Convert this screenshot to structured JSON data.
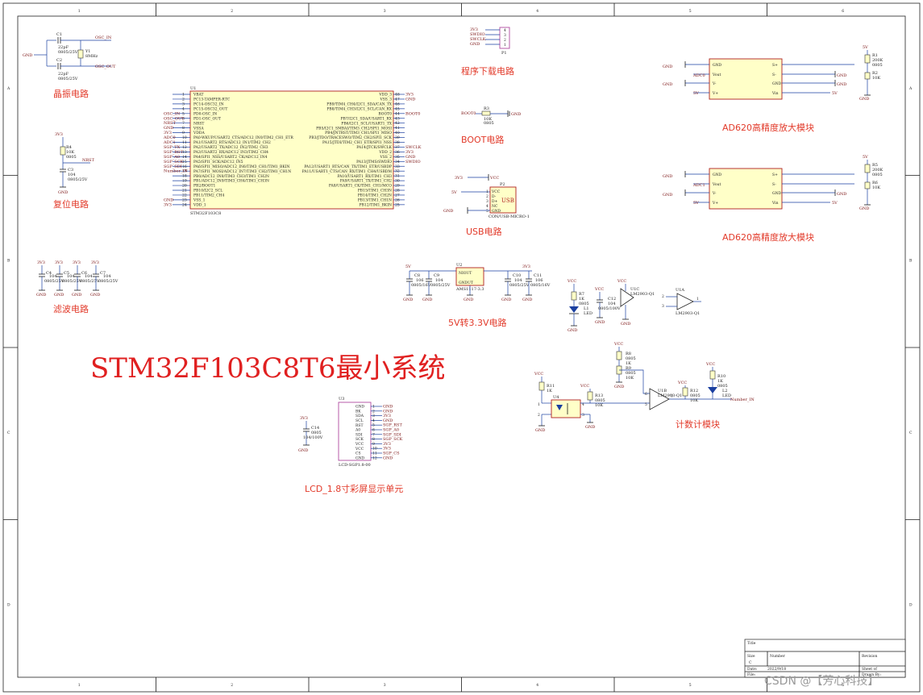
{
  "frame": {
    "cols": [
      "1",
      "2",
      "3",
      "4",
      "5",
      "6"
    ],
    "rows": [
      "A",
      "B",
      "C",
      "D"
    ]
  },
  "title": "STM32F103C8T6最小系统",
  "blocks": {
    "crystal": {
      "label": "晶振电路",
      "gnd": "GND",
      "c1": "C1",
      "c1_val": "22pF",
      "c1_pkg": "0805/25V",
      "c2": "C2",
      "c2_val": "22pF",
      "c2_pkg": "0805/25V",
      "y1": "Y1",
      "y1_val": "8MHz",
      "osc_in": "OSC_IN",
      "osc_out": "OSC_OUT"
    },
    "reset": {
      "label": "复位电路",
      "vcc": "3V3",
      "r": "R4",
      "r_val": "10K",
      "r_pkg": "0805",
      "nrst": "NRST",
      "c": "C3",
      "c_val": "104",
      "c_pkg": "0805/25V",
      "gnd": "GND"
    },
    "filter": {
      "label": "滤波电路",
      "caps": [
        {
          "vcc": "3V3",
          "name": "C4",
          "val": "104",
          "pkg": "0805/25V",
          "gnd": "GND"
        },
        {
          "vcc": "3V3",
          "name": "C5",
          "val": "104",
          "pkg": "0805/25V",
          "gnd": "GND"
        },
        {
          "vcc": "3V3",
          "name": "C6",
          "val": "104",
          "pkg": "0805/25V",
          "gnd": "GND"
        },
        {
          "vcc": "3V3",
          "name": "C7",
          "val": "104",
          "pkg": "0805/25V",
          "gnd": "GND"
        }
      ]
    },
    "mcu": {
      "ref": "U1",
      "part": "STM32F103C8",
      "left_pins": [
        {
          "n": "1",
          "name": "VBAT"
        },
        {
          "n": "2",
          "name": "PC13-TAMPER-RTC"
        },
        {
          "n": "3",
          "name": "PC14-OSC32_IN"
        },
        {
          "n": "4",
          "name": "PC15-OSC32_OUT"
        },
        {
          "n": "5",
          "name": "PD0-OSC_IN",
          "net": "OSC_IN"
        },
        {
          "n": "6",
          "name": "PD1-OSC_OUT",
          "net": "OSC_OUT"
        },
        {
          "n": "7",
          "name": "NRST",
          "net": "NRST"
        },
        {
          "n": "8",
          "name": "VSSA",
          "net": "GND"
        },
        {
          "n": "9",
          "name": "VDDA",
          "net": "3V3"
        },
        {
          "n": "10",
          "name": "PA0-WKUP/USART2_CTS/ADC12_IN0/TIM2_CH1_ETR",
          "net": "ADC0"
        },
        {
          "n": "11",
          "name": "PA1/USART2_RTS/ADC12_IN1/TIM2_CH2",
          "net": "ADC1"
        },
        {
          "n": "12",
          "name": "PA2/USART2_TX/ADC12_IN2/TIM2_CH3",
          "net": "SGP_TX"
        },
        {
          "n": "13",
          "name": "PA3/USART2_RX/ADC12_IN3/TIM2_CH4",
          "net": "SGP_RST"
        },
        {
          "n": "14",
          "name": "PA4/SPI1_NSS/USART2_CK/ADC12_IN4",
          "net": "SGP_A0"
        },
        {
          "n": "15",
          "name": "PA5/SPI1_SCK/ADC12_IN5",
          "net": "SGP_SCK"
        },
        {
          "n": "16",
          "name": "PA6/SPI1_MISO/ADC12_IN6/TIM3_CH1/TIM1_BKIN",
          "net": "SGP_SDI"
        },
        {
          "n": "17",
          "name": "PA7/SPI1_MOSI/ADC12_IN7/TIM3_CH2/TIM1_CH1N",
          "net": "Number_IN"
        },
        {
          "n": "18",
          "name": "PB0/ADC12_IN8/TIM3_CH3/TIM1_CH2N"
        },
        {
          "n": "19",
          "name": "PB1/ADC12_IN9/TIM3_CH4/TIM1_CH3N"
        },
        {
          "n": "20",
          "name": "PB2/BOOT1"
        },
        {
          "n": "21",
          "name": "PB10/I2C2_SCL"
        },
        {
          "n": "22",
          "name": "PB11/TIM2_CH4"
        },
        {
          "n": "23",
          "name": "VSS_1",
          "net": "GND"
        },
        {
          "n": "24",
          "name": "VDD_1",
          "net": "3V3"
        }
      ],
      "right_pins": [
        {
          "n": "48",
          "name": "VDD_3",
          "net": "3V3"
        },
        {
          "n": "47",
          "name": "VSS_3",
          "net": "GND"
        },
        {
          "n": "46",
          "name": "PB9/TIM4_CH4/I2C1_SDA/CAN_TX"
        },
        {
          "n": "45",
          "name": "PB8/TIM4_CH3/I2C1_SCL/CAN_RX"
        },
        {
          "n": "44",
          "name": "BOOT0",
          "net": "BOOT0"
        },
        {
          "n": "43",
          "name": "PB7/I2C1_SDA/USART1_RX"
        },
        {
          "n": "42",
          "name": "PB6/I2C1_SCL/USART1_TX"
        },
        {
          "n": "41",
          "name": "PB5/I2C1_SMBAI/TIM3_CH2/SPI1_MOSI"
        },
        {
          "n": "40",
          "name": "PB4/JNTRST/TIM3_CH1/SPI1_MISO"
        },
        {
          "n": "39",
          "name": "PB3/JTDO/TRACESWO/TIM2_CH2/SPI1_SCK"
        },
        {
          "n": "38",
          "name": "PA15/JTDI/TIM2_CH1_ETR/SPI1_NSS"
        },
        {
          "n": "37",
          "name": "PA14/JTCK/SWCLK",
          "net": "SWCLK"
        },
        {
          "n": "36",
          "name": "VDD_2",
          "net": "3V3"
        },
        {
          "n": "35",
          "name": "VSS_2",
          "net": "GND"
        },
        {
          "n": "34",
          "name": "PA13/JTMS/SWDIO",
          "net": "SWDIO"
        },
        {
          "n": "33",
          "name": "PA12/USART1_RTS/CAN_TX/TIM1_ETR/USBDP"
        },
        {
          "n": "32",
          "name": "PA11/USART1_CTS/CAN_RX/TIM1_CH4/USBDM"
        },
        {
          "n": "31",
          "name": "PA10/USART1_RX/TIM1_CH3"
        },
        {
          "n": "30",
          "name": "PA9/USART1_TX/TIM1_CH2"
        },
        {
          "n": "29",
          "name": "PA8/USART1_CK/TIM1_CH1/MCO"
        },
        {
          "n": "28",
          "name": "PB15/TIM1_CH3N"
        },
        {
          "n": "27",
          "name": "PB14/TIM1_CH2N"
        },
        {
          "n": "26",
          "name": "PB13/TIM1_CH1N"
        },
        {
          "n": "25",
          "name": "PB12/TIM1_BKIN"
        }
      ]
    },
    "download": {
      "label": "程序下载电路",
      "ref": "P1",
      "pins": [
        {
          "net": "3V3",
          "n": "4"
        },
        {
          "net": "SWDIO",
          "n": "3"
        },
        {
          "net": "SWCLK",
          "n": "2"
        },
        {
          "net": "GND",
          "n": "1"
        }
      ]
    },
    "boot": {
      "label": "BOOT电路",
      "net": "BOOT0",
      "r": "R3",
      "r_val": "10K",
      "r_pkg": "0805",
      "gnd": "GND"
    },
    "usb": {
      "label": "USB电路",
      "ref": "P2",
      "part": "CON/USB-MICRO-1",
      "tag": "USB",
      "vcc_left": "3V3",
      "vcc_right": "VCC",
      "v5": "5V",
      "gnd": "GND",
      "pins": [
        {
          "n": "1",
          "name": "VCC"
        },
        {
          "n": "2",
          "name": "D-"
        },
        {
          "n": "3",
          "name": "D+"
        },
        {
          "n": "4",
          "name": "NC"
        },
        {
          "n": "5",
          "name": "GND"
        }
      ]
    },
    "ldo": {
      "label": "5V转3.3V电路",
      "in": "5V",
      "out": "3V3",
      "ref": "U2",
      "part": "AMS1117-3.3",
      "pin_out": "NIOUT",
      "pin_gnd": "GNDUT",
      "caps": [
        {
          "name": "C8",
          "val": "106",
          "pkg": "0805/16V"
        },
        {
          "name": "C9",
          "val": "104",
          "pkg": "0805/25V"
        },
        {
          "name": "C10",
          "val": "104",
          "pkg": "0805/25V"
        },
        {
          "name": "C11",
          "val": "106",
          "pkg": "0805/16V"
        }
      ],
      "gnd": "GND"
    },
    "amp": {
      "label": "AD620高精度放大模块",
      "units": [
        {
          "adc": "ADC0",
          "r_top": "R1",
          "r_top_val": "200K",
          "r_top_pkg": "0805",
          "r_bot": "R2",
          "r_bot_val": "10K",
          "v5": "5V"
        },
        {
          "adc": "ADC1",
          "r_top": "R5",
          "r_top_val": "200K",
          "r_top_pkg": "0805",
          "r_bot": "R6",
          "r_bot_val": "10K",
          "v5": "5V"
        }
      ],
      "left_pins": [
        "GND",
        "Vout",
        "V-",
        "V+"
      ],
      "right_pins": [
        "S+",
        "S-",
        "GND",
        "Vin"
      ],
      "gnd": "GND",
      "v5": "5V"
    },
    "misc": {
      "vcc": "VCC",
      "gnd": "GND",
      "r7": "R7",
      "r7_val": "1K",
      "r7_pkg": "0805",
      "d1": "L1",
      "d1_type": "LED",
      "c12": "C12",
      "c12_val": "104",
      "c12_pkg": "0805/100V",
      "u1c": "U1C",
      "u1c_part": "LM2903-Q1",
      "u1a": "U1A",
      "u1a_part": "LM2903-Q1",
      "u1a_pins": [
        "2",
        "3",
        "1"
      ]
    },
    "counter": {
      "label": "计数计模块",
      "vcc": "VCC",
      "gnd": "GND",
      "r8": "R8",
      "r8_pkg": "0805",
      "r8_val": "1K",
      "r9": "R9",
      "r9_pkg": "0805",
      "r9_val": "10K",
      "r11": "R11",
      "r11_val": "1K",
      "r13": "R13",
      "r13_pkg": "0805",
      "r13_val": "10K",
      "r12": "R12",
      "r12_pkg": "0805",
      "r12_val": "10K",
      "r10": "R10",
      "r10_val": "1K",
      "r10_pkg": "0805",
      "u4": "U4",
      "u1b": "U1B",
      "u1b_part": "LM2903-Q1",
      "d2": "L2",
      "d2_type": "LED",
      "out": "Number_IN",
      "pins": [
        "1",
        "2",
        "4",
        "3",
        "6",
        "5",
        "7"
      ]
    },
    "lcd": {
      "label": "LCD_1.8寸彩屏显示单元",
      "ref": "U3",
      "part": "LCD-SGP1.8-00",
      "cap": "C14",
      "cap_pkg": "0805",
      "cap_val": "104/100V",
      "vcc": "3V3",
      "gnd": "GND",
      "pins": [
        {
          "name": "GND",
          "n": "1",
          "net": "GND"
        },
        {
          "name": "BK",
          "n": "2",
          "net": "GND"
        },
        {
          "name": "SDA",
          "n": "3",
          "net": "3V3"
        },
        {
          "name": "SCL",
          "n": "4",
          "net": "GND"
        },
        {
          "name": "RST",
          "n": "5",
          "net": "SGP_RST"
        },
        {
          "name": "A0",
          "n": "6",
          "net": "SGP_A0"
        },
        {
          "name": "SDI",
          "n": "7",
          "net": "SGP_SDI"
        },
        {
          "name": "SCK",
          "n": "8",
          "net": "SGP_SCK"
        },
        {
          "name": "VCC",
          "n": "9",
          "net": "3V3"
        },
        {
          "name": "VCC",
          "n": "10",
          "net": "3V3"
        },
        {
          "name": "CS",
          "n": "11",
          "net": "SGP_CS"
        },
        {
          "name": "GND",
          "n": "12",
          "net": "GND"
        }
      ]
    }
  },
  "title_block": {
    "title": "Title",
    "size": "Size",
    "size_val": "C",
    "number": "Number",
    "revision": "Revision",
    "date": "Date:",
    "date_val": "2022/9/18",
    "file": "File:",
    "sheet": "Sheet  of",
    "drawn": "Drawn By:"
  },
  "watermark": "CSDN @【芳心科技】"
}
